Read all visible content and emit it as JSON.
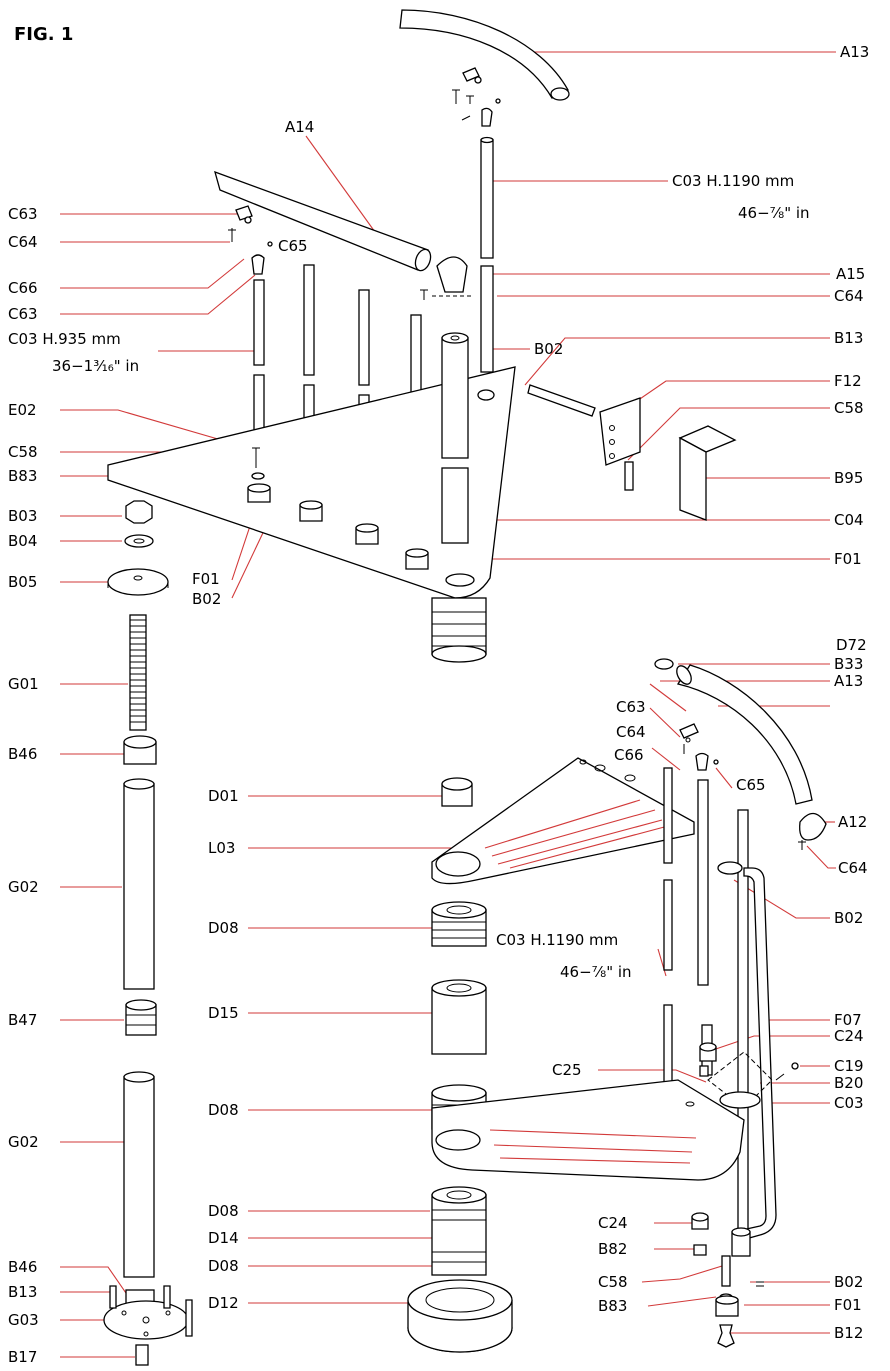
{
  "figure": {
    "title": "FIG. 1",
    "labels": [
      {
        "id": "A13_top",
        "text": "A13"
      },
      {
        "id": "A14",
        "text": "A14"
      },
      {
        "id": "C03_top",
        "text": "C03  H.1190  mm"
      },
      {
        "id": "C03_top_in",
        "text": "46−⅞\" in"
      },
      {
        "id": "C63_a",
        "text": "C63"
      },
      {
        "id": "C64_a",
        "text": "C64"
      },
      {
        "id": "C65_a",
        "text": "C65"
      },
      {
        "id": "C66_a",
        "text": "C66"
      },
      {
        "id": "C63_b",
        "text": "C63"
      },
      {
        "id": "C03_left",
        "text": "C03  H.935  mm"
      },
      {
        "id": "C03_left_in",
        "text": "36−1³⁄₁₆\" in"
      },
      {
        "id": "A15",
        "text": "A15"
      },
      {
        "id": "C64_b",
        "text": "C64"
      },
      {
        "id": "B02_a",
        "text": "B02"
      },
      {
        "id": "B13_a",
        "text": "B13"
      },
      {
        "id": "F12",
        "text": "F12"
      },
      {
        "id": "C58_a",
        "text": "C58"
      },
      {
        "id": "B95",
        "text": "B95"
      },
      {
        "id": "E02",
        "text": "E02"
      },
      {
        "id": "C58_b",
        "text": "C58"
      },
      {
        "id": "B83_a",
        "text": "B83"
      },
      {
        "id": "B03",
        "text": "B03"
      },
      {
        "id": "B04",
        "text": "B04"
      },
      {
        "id": "B05",
        "text": "B05"
      },
      {
        "id": "F01_a",
        "text": "F01"
      },
      {
        "id": "B02_b",
        "text": "B02"
      },
      {
        "id": "C04",
        "text": "C04"
      },
      {
        "id": "F01_b",
        "text": "F01"
      },
      {
        "id": "G01",
        "text": "G01"
      },
      {
        "id": "D72",
        "text": "D72"
      },
      {
        "id": "B33",
        "text": "B33"
      },
      {
        "id": "A13_b",
        "text": "A13"
      },
      {
        "id": "C63_c",
        "text": "C63"
      },
      {
        "id": "C64_c",
        "text": "C64"
      },
      {
        "id": "C66_b",
        "text": "C66"
      },
      {
        "id": "C65_b",
        "text": "C65"
      },
      {
        "id": "B46_a",
        "text": "B46"
      },
      {
        "id": "D01",
        "text": "D01"
      },
      {
        "id": "A12",
        "text": "A12"
      },
      {
        "id": "L03",
        "text": "L03"
      },
      {
        "id": "C64_d",
        "text": "C64"
      },
      {
        "id": "G02_a",
        "text": "G02"
      },
      {
        "id": "B02_c",
        "text": "B02"
      },
      {
        "id": "D08_a",
        "text": "D08"
      },
      {
        "id": "C03_mid",
        "text": "C03  H.1190  mm"
      },
      {
        "id": "C03_mid_in",
        "text": "46−⅞\" in"
      },
      {
        "id": "B47",
        "text": "B47"
      },
      {
        "id": "D15",
        "text": "D15"
      },
      {
        "id": "F07",
        "text": "F07"
      },
      {
        "id": "C24_a",
        "text": "C24"
      },
      {
        "id": "C25",
        "text": "C25"
      },
      {
        "id": "C19",
        "text": "C19"
      },
      {
        "id": "B20",
        "text": "B20"
      },
      {
        "id": "D08_b",
        "text": "D08"
      },
      {
        "id": "C03_r",
        "text": "C03"
      },
      {
        "id": "G02_b",
        "text": "G02"
      },
      {
        "id": "D08_c",
        "text": "D08"
      },
      {
        "id": "D14",
        "text": "D14"
      },
      {
        "id": "C24_b",
        "text": "C24"
      },
      {
        "id": "B82",
        "text": "B82"
      },
      {
        "id": "D08_d",
        "text": "D08"
      },
      {
        "id": "B46_b",
        "text": "B46"
      },
      {
        "id": "C58_c",
        "text": "C58"
      },
      {
        "id": "B02_d",
        "text": "B02"
      },
      {
        "id": "B13_b",
        "text": "B13"
      },
      {
        "id": "B83_b",
        "text": "B83"
      },
      {
        "id": "G03",
        "text": "G03"
      },
      {
        "id": "D12",
        "text": "D12"
      },
      {
        "id": "F01_c",
        "text": "F01"
      },
      {
        "id": "B17",
        "text": "B17"
      },
      {
        "id": "B12",
        "text": "B12"
      }
    ]
  }
}
